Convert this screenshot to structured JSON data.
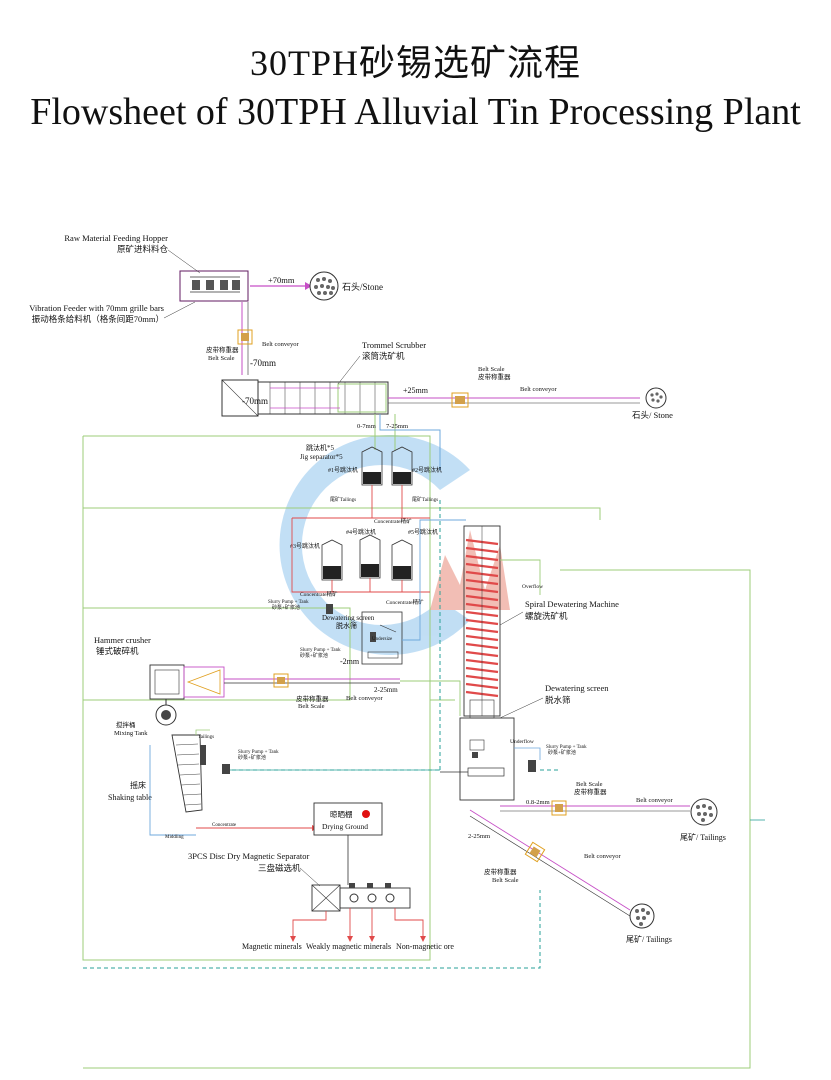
{
  "title": {
    "cn": "30TPH砂锡选矿流程",
    "en": "Flowsheet of 30TPH Alluvial Tin Processing Plant"
  },
  "labels": {
    "hopper_en": "Raw Material Feeding Hopper",
    "hopper_cn": "原矿进料料仓",
    "feeder_en": "Vibration Feeder with 70mm grille bars",
    "feeder_cn": "振动格条给料机（格条间距70mm）",
    "plus70": "+70mm",
    "stone1": "石头/Stone",
    "belt_conveyor_1": "Belt conveyor",
    "belt_scale_cn_1": "皮带称重器",
    "belt_scale_en_1": "Belt Scale",
    "minus70_a": "-70mm",
    "minus70_b": "-70mm",
    "trommel_en": "Trommel Scrubber",
    "trommel_cn": "滚筒洗矿机",
    "plus25": "+25mm",
    "belt_scale_en_2": "Belt Scale",
    "belt_scale_cn_2": "皮带称重器",
    "belt_conveyor_2": "Belt conveyor",
    "stone2": "石头/ Stone",
    "size_0_7": "0-7mm",
    "size_7_25": "7-25mm",
    "jig_cn": "跳汰机*5",
    "jig_en": "Jig separator*5",
    "jig1": "#1号跳汰机",
    "jig2": "#2号跳汰机",
    "jig3": "#3号跳汰机",
    "jig4": "#4号跳汰机",
    "jig5": "#5号跳汰机",
    "tailings_small": "尾矿Tailings",
    "concentrate_small_1": "Concentrate精矿",
    "concentrate_small_2": "Concentrate精矿",
    "concentrate_small_3": "Concentrate精矿",
    "slurry_pump_1": "Slurry Pump + Tank",
    "slurry_pump_1_cn": "砂泵+矿浆池",
    "dewatering_screen_en_1": "Dewatering screen",
    "dewatering_screen_cn_1": "脱水筛",
    "undersize": "Undersize",
    "minus2": "-2mm",
    "spiral_en": "Spiral Dewatering Machine",
    "spiral_cn": "螺旋洗矿机",
    "overflow": "Overflow",
    "hammer_en": "Hammer crusher",
    "hammer_cn": "锤式破碎机",
    "size_2_25_a": "2-25mm",
    "belt_scale_cn_3": "皮带称重器",
    "belt_scale_en_3": "Belt Scale",
    "belt_conveyor_3": "Belt conveyor",
    "mixing_cn": "搅拌桶",
    "mixing_en": "Mixing Tank",
    "tailings_small_2": "Tailings",
    "shaking_cn": "摇床",
    "shaking_en": "Shaking table",
    "slurry_pump_2": "Slurry Pump + Tank",
    "slurry_pump_2_cn": "砂泵+矿浆池",
    "dewatering_screen_en_2": "Dewatering screen",
    "dewatering_screen_cn_2": "脱水筛",
    "underflow": "Underflow",
    "slurry_pump_3": "Slurry Pump + Tank",
    "slurry_pump_3_cn": "砂泵+矿浆池",
    "middling": "Middling",
    "concentrate_mid": "Concentrate",
    "drying_cn": "晾晒棚",
    "drying_en": "Drying Ground",
    "belt_scale_en_4": "Belt Scale",
    "belt_scale_cn_4": "皮带称重器",
    "belt_conveyor_4": "Belt conveyor",
    "size_0_8_2": "0.8-2mm",
    "tailings_right": "尾矿/ Tailings",
    "size_2_25_b": "2-25mm",
    "belt_conveyor_5": "Belt conveyor",
    "belt_scale_cn_5": "皮带称重器",
    "belt_scale_en_5": "Belt Scale",
    "tailings_bottom": "尾矿/ Tailings",
    "magsep_en": "3PCS Disc Dry Magnetic Separator",
    "magsep_cn": "三盘磁选机",
    "out_magnetic": "Magnetic minerals",
    "out_weakly": "Weakly magnetic minerals",
    "out_nonmag": "Non-magnetic ore"
  },
  "colors": {
    "green": "#9ccc7a",
    "blue_line": "#6fa8dc",
    "red": "#e04a4a",
    "magenta": "#c64fc6",
    "teal_dash": "#2aa198",
    "logo_blue": "#8fc4ec",
    "logo_red": "#e98a7a"
  }
}
